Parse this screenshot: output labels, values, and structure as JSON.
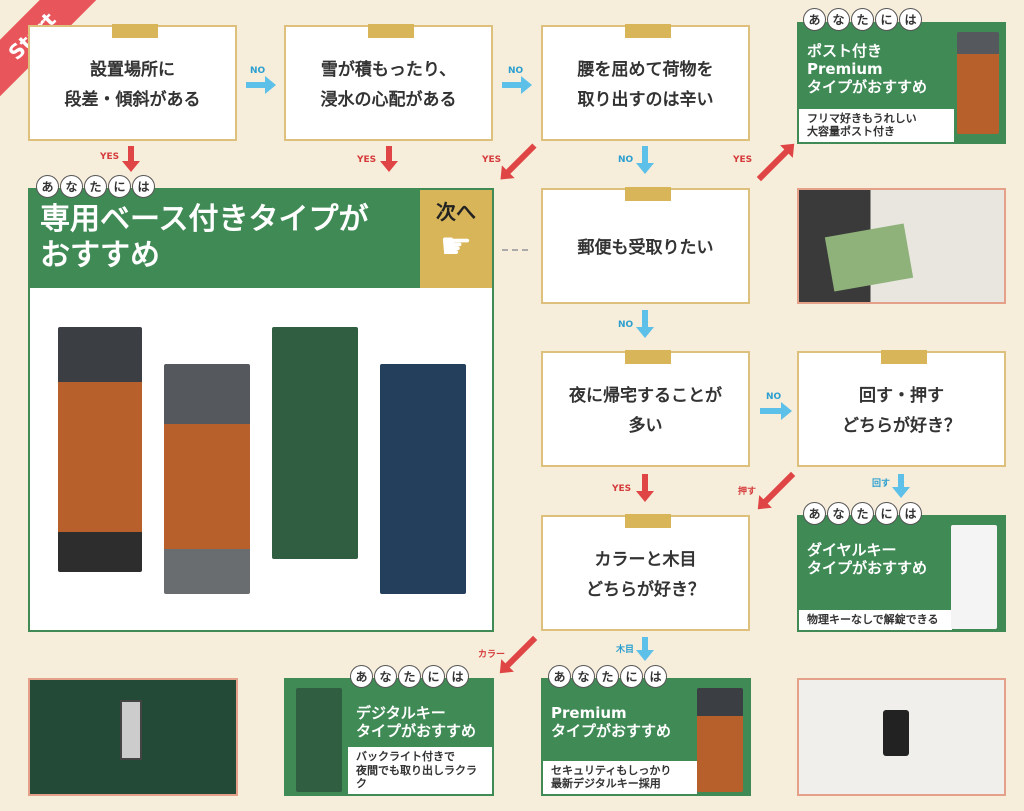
{
  "start": "Start",
  "anata": [
    "あ",
    "な",
    "た",
    "に",
    "は"
  ],
  "questions": {
    "q1": "設置場所に\n段差・傾斜がある",
    "q2": "雪が積もったり、\n浸水の心配がある",
    "q3": "腰を屈めて荷物を\n取り出すのは辛い",
    "q4": "郵便も受取りたい",
    "q5": "夜に帰宅することが\n多い",
    "q6": "回す・押す\nどちらが好き？",
    "q7": "カラーと木目\nどちらが好き？"
  },
  "labels": {
    "yes": "YES",
    "no": "NO",
    "push": "押す",
    "turn": "回す",
    "color": "カラー",
    "wood": "木目"
  },
  "results": {
    "base": {
      "title": "専用ベース付きタイプが\nおすすめ",
      "next": "次へ"
    },
    "post": {
      "title": "ポスト付き\nPremium\nタイプがおすすめ",
      "note": "フリマ好きもうれしい\n大容量ポスト付き"
    },
    "dial": {
      "title": "ダイヤルキー\nタイプがおすすめ",
      "note": "物理キーなしで解錠できる"
    },
    "digital": {
      "title": "デジタルキー\nタイプがおすすめ",
      "note": "バックライト付きで\n夜間でも取り出しラクラク"
    },
    "premium": {
      "title": "Premium\nタイプがおすすめ",
      "note": "セキュリティもしっかり\n最新デジタルキー採用"
    }
  },
  "colors": {
    "green": "#3f8a55",
    "gold": "#d8b559",
    "red": "#e04545",
    "blue": "#5cc0e8"
  }
}
